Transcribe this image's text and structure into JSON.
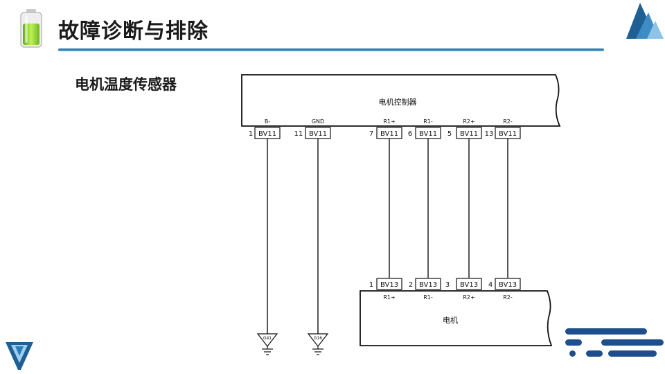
{
  "header": {
    "title": "故障诊断与排除",
    "battery_icon": "battery-icon",
    "logo_icon": "mountain-logo-icon"
  },
  "section": {
    "subtitle": "电机温度传感器"
  },
  "diagram": {
    "controller": {
      "label": "电机控制器",
      "pins": [
        {
          "signal": "B-",
          "pin": "1",
          "connector": "BV11"
        },
        {
          "signal": "GND",
          "pin": "11",
          "connector": "BV11"
        },
        {
          "signal": "R1+",
          "pin": "7",
          "connector": "BV11"
        },
        {
          "signal": "R1-",
          "pin": "6",
          "connector": "BV11"
        },
        {
          "signal": "R2+",
          "pin": "5",
          "connector": "BV11"
        },
        {
          "signal": "R2-",
          "pin": "13",
          "connector": "BV11"
        }
      ]
    },
    "motor": {
      "label": "电机",
      "pins": [
        {
          "signal": "R1+",
          "pin": "1",
          "connector": "BV13"
        },
        {
          "signal": "R1-",
          "pin": "2",
          "connector": "BV13"
        },
        {
          "signal": "R2+",
          "pin": "3",
          "connector": "BV13"
        },
        {
          "signal": "R2-",
          "pin": "4",
          "connector": "BV13"
        }
      ]
    },
    "grounds": [
      {
        "label": "G41"
      },
      {
        "label": "G16"
      }
    ]
  },
  "footer": {
    "logo_icon": "v-logo-icon",
    "decoration_icon": "wave-decoration-icon"
  },
  "colors": {
    "accent": "#1b6fa3",
    "battery_green": "#8fd11f",
    "logo_blue": "#2a7db8",
    "deco_navy": "#1f4e8c"
  }
}
